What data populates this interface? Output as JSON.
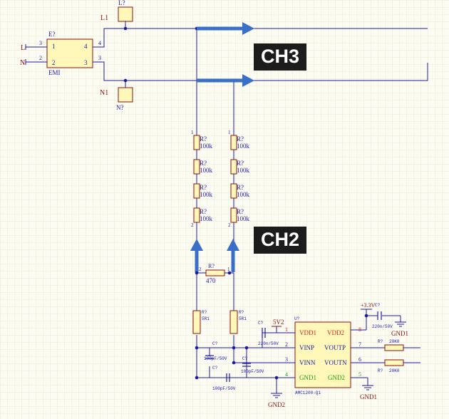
{
  "channels": {
    "ch3": "CH3",
    "ch2": "CH2"
  },
  "emi": {
    "ref": "E?",
    "name": "EMI",
    "pins": {
      "p1": "1",
      "p2": "2",
      "p3": "3",
      "p4": "4"
    },
    "inputs": {
      "l": "L",
      "n": "N"
    },
    "pin_nums": {
      "l": "3",
      "n": "2",
      "out_top": "4",
      "out_bot": "3"
    }
  },
  "nets": {
    "l1": "L1",
    "n1": "N1"
  },
  "connectors": {
    "top": "L?",
    "bottom": "N?"
  },
  "divider": {
    "ref": "R?",
    "values": [
      "100k",
      "100k",
      "100k",
      "100k"
    ],
    "pin_top": "1",
    "pin_bottom": "2"
  },
  "shunt": {
    "ref": "R?",
    "value": "470",
    "pin_left": "2",
    "pin_right": "1"
  },
  "sense_resistors": {
    "ref": "R?",
    "value": "5R1"
  },
  "caps": {
    "ref": "C?",
    "c_input": "220n/50V",
    "c_filter1": "100pF/50V",
    "c_filter2": "100pF/50V",
    "c_filter3": "100pF/50V",
    "c_vdd2": "220n/50V"
  },
  "ic": {
    "ref": "U?",
    "part": "AMC1200-Q1",
    "left_pins": [
      {
        "name": "VDD1",
        "num": "1"
      },
      {
        "name": "VINP",
        "num": "2"
      },
      {
        "name": "VINN",
        "num": "3"
      },
      {
        "name": "GND1",
        "num": "4"
      }
    ],
    "right_pins": [
      {
        "name": "VDD2",
        "num": "8"
      },
      {
        "name": "VOUTP",
        "num": "7"
      },
      {
        "name": "VOUTN",
        "num": "6"
      },
      {
        "name": "GND2",
        "num": "5"
      }
    ]
  },
  "power": {
    "v5": "5V2",
    "v33": "+3.3V",
    "gnd1_a": "GND1",
    "gnd1_b": "GND1",
    "gnd2": "GND2"
  },
  "out_resistors": {
    "ref": "R?",
    "value": "20K0"
  },
  "colors": {
    "wire": "#1a1aa8",
    "arrow": "#3a6fc8",
    "component": "#8c1010",
    "fill": "#fff8b8",
    "pin_red": "#e02020",
    "pin_green": "#18a018",
    "grid": "#ece9d0"
  }
}
